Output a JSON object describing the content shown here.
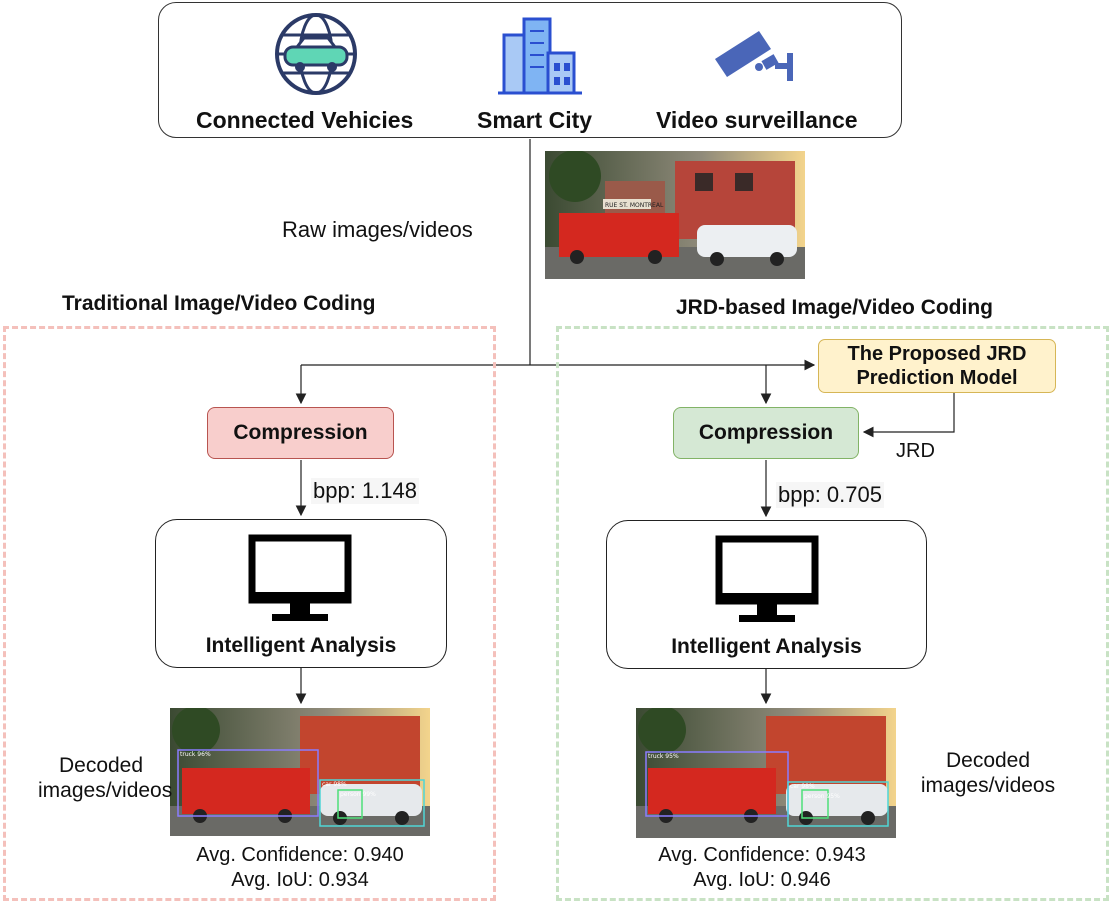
{
  "sources": {
    "items": [
      {
        "label": "Connected Vehicies",
        "icon": "connected-car-globe-icon"
      },
      {
        "label": "Smart City",
        "icon": "city-buildings-icon"
      },
      {
        "label": "Video surveillance",
        "icon": "cctv-camera-icon"
      }
    ]
  },
  "raw_label": "Raw images/videos",
  "traditional": {
    "title": "Traditional Image/Video Coding",
    "compression_label": "Compression",
    "bpp_label": "bpp: 1.148",
    "analysis_label": "Intelligent Analysis",
    "decoded_label_line1": "Decoded",
    "decoded_label_line2": "images/videos",
    "confidence_label": "Avg. Confidence: 0.940",
    "iou_label": "Avg. IoU: 0.934",
    "detections": [
      "truck 96%",
      "car 98%",
      "person 99%"
    ]
  },
  "jrd": {
    "title": "JRD-based Image/Video Coding",
    "model_line1": "The Proposed JRD",
    "model_line2": "Prediction Model",
    "jrd_label": "JRD",
    "compression_label": "Compression",
    "bpp_label": "bpp: 0.705",
    "analysis_label": "Intelligent Analysis",
    "decoded_label_line1": "Decoded",
    "decoded_label_line2": "images/videos",
    "confidence_label": "Avg. Confidence: 0.943",
    "iou_label": "Avg. IoU: 0.946",
    "detections": [
      "truck 95%",
      "car 98%",
      "person 95%"
    ]
  },
  "scene_sign_text": "RUE ST. MONTREAL",
  "colors": {
    "trad_box_fill": "#f8cecc",
    "trad_region_dash": "#f4c0bb",
    "jrd_box_fill": "#d5e8d4",
    "jrd_region_dash": "#c8e2c4",
    "model_fill": "#fff2cc"
  }
}
